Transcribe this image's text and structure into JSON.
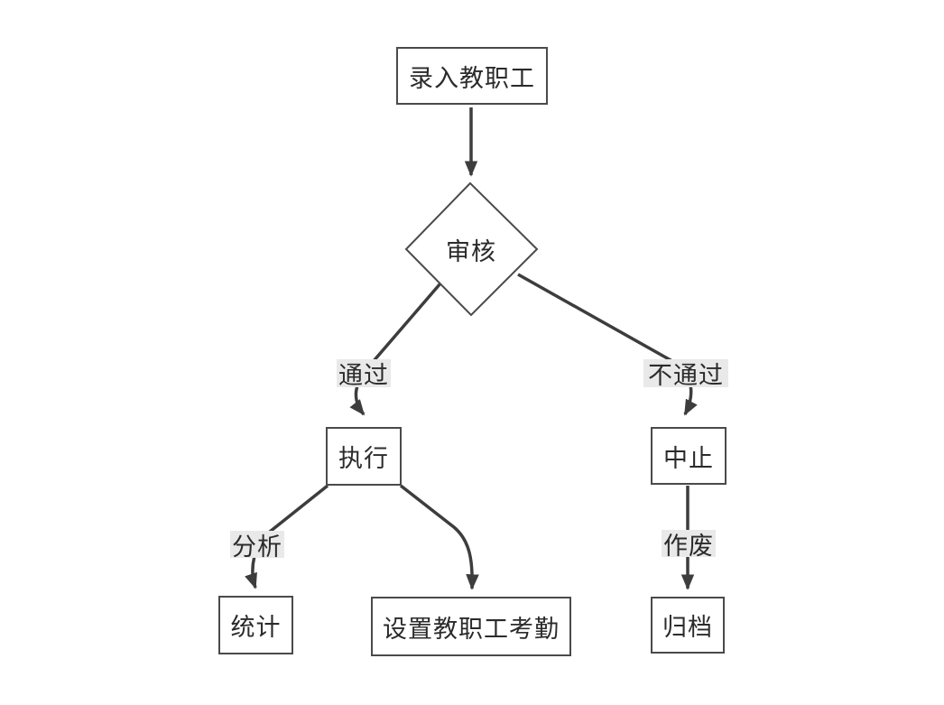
{
  "diagram": {
    "type": "flowchart",
    "nodes": {
      "start": {
        "label": "录入教职工",
        "shape": "rectangle"
      },
      "review": {
        "label": "审核",
        "shape": "diamond"
      },
      "execute": {
        "label": "执行",
        "shape": "rectangle"
      },
      "abort": {
        "label": "中止",
        "shape": "rectangle"
      },
      "stats": {
        "label": "统计",
        "shape": "rectangle"
      },
      "attendance": {
        "label": "设置教职工考勤",
        "shape": "rectangle"
      },
      "archive": {
        "label": "归档",
        "shape": "rectangle"
      }
    },
    "edge_labels": {
      "pass": "通过",
      "fail": "不通过",
      "analyze": "分析",
      "void": "作废"
    },
    "edges": [
      {
        "from": "start",
        "to": "review",
        "label": ""
      },
      {
        "from": "review",
        "to": "execute",
        "label": "通过"
      },
      {
        "from": "review",
        "to": "abort",
        "label": "不通过"
      },
      {
        "from": "execute",
        "to": "stats",
        "label": "分析"
      },
      {
        "from": "execute",
        "to": "attendance",
        "label": ""
      },
      {
        "from": "abort",
        "to": "archive",
        "label": "作废"
      }
    ],
    "colors": {
      "line": "#3d3d3d",
      "node_border": "#4a4a4a",
      "node_fill": "#ffffff",
      "edge_label_bg": "#e9e9e9",
      "text": "#2b2b2b",
      "background": "#ffffff"
    }
  }
}
